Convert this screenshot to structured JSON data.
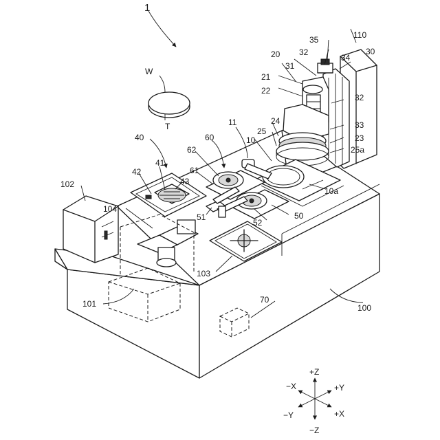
{
  "figure": {
    "apparatus_ref": "1",
    "wafer_label": "W",
    "tape_label": "T",
    "labels": {
      "l100": "100",
      "l101": "101",
      "l102": "102",
      "l103": "103",
      "l104": "104",
      "l110": "110",
      "l10": "10",
      "l10a": "10a",
      "l11": "11",
      "l20": "20",
      "l21": "21",
      "l22": "22",
      "l23": "23",
      "l24": "24",
      "l25": "25",
      "l25a": "25a",
      "l30": "30",
      "l31": "31",
      "l32a": "32",
      "l32b": "32",
      "l33": "33",
      "l34": "34",
      "l35": "35",
      "l40": "40",
      "l41": "41",
      "l42": "42",
      "l43": "43",
      "l50": "50",
      "l51": "51",
      "l52": "52",
      "l60": "60",
      "l61": "61",
      "l62": "62",
      "l70": "70"
    },
    "axes": {
      "pz": "+Z",
      "mz": "−Z",
      "px": "+X",
      "mx": "−X",
      "py": "+Y",
      "my": "−Y"
    }
  }
}
